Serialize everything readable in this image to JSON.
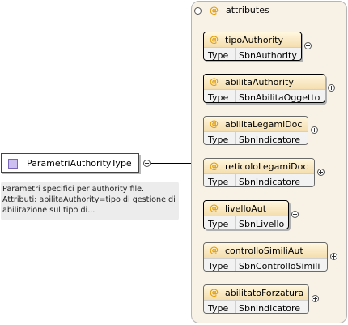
{
  "element": {
    "name": "ParametriAuthorityType",
    "documentation": [
      "Parametri specifici per authority file.",
      "Attributi: abilitaAuthority=tipo di gestione di",
      "abilitazione sul tipo di..."
    ]
  },
  "attributes_group": {
    "title": "attributes",
    "at_symbol": "@",
    "type_label": "Type",
    "items": [
      {
        "name": "tipoAuthority",
        "type": "SbnAuthority",
        "required": true
      },
      {
        "name": "abilitaAuthority",
        "type": "SbnAbilitaOggetto",
        "required": true
      },
      {
        "name": "abilitaLegamiDoc",
        "type": "SbnIndicatore",
        "required": false
      },
      {
        "name": "reticoloLegamiDoc",
        "type": "SbnIndicatore",
        "required": false
      },
      {
        "name": "livelloAut",
        "type": "SbnLivello",
        "required": true
      },
      {
        "name": "controlloSimiliAut",
        "type": "SbnControlloSimili",
        "required": false
      },
      {
        "name": "abilitatoForzatura",
        "type": "SbnIndicatore",
        "required": false
      }
    ]
  }
}
